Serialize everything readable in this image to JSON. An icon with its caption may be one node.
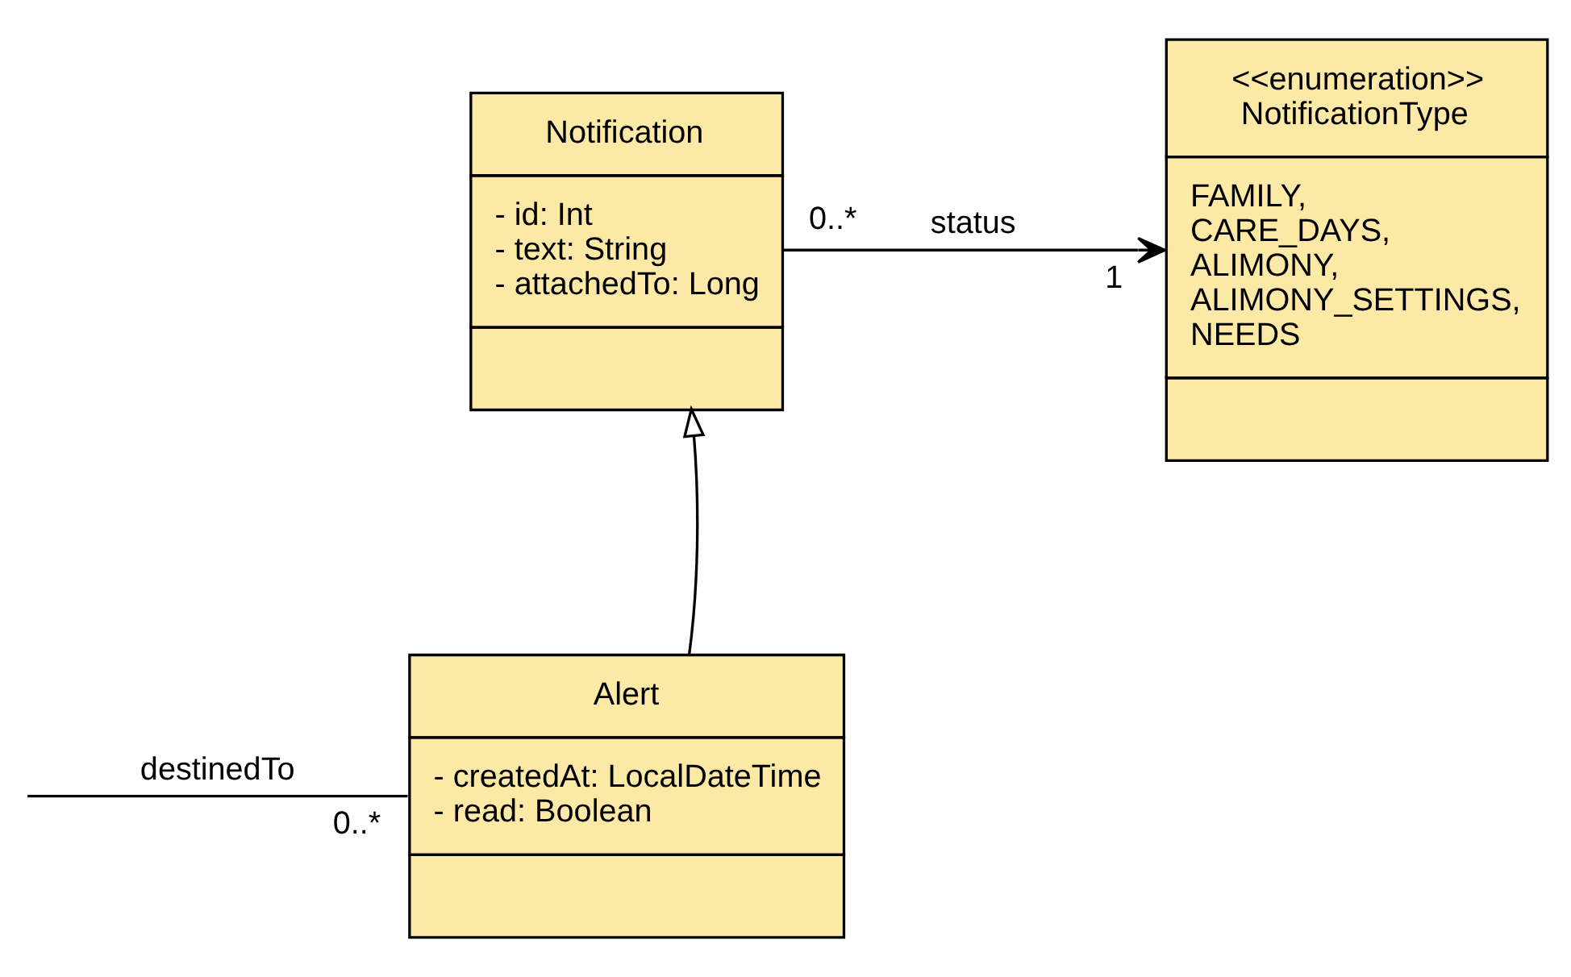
{
  "diagram": {
    "nodes": [
      {
        "text": [
          "Notification",
          "- id: Int",
          "- text: String",
          "- attachedTo: Long"
        ]
      },
      {
        "text": [
          "<<enumeration>>",
          "NotificationType",
          "FAMILY,",
          "CARE_DAYS,",
          "ALIMONY,",
          "ALIMONY_SETTINGS,",
          "NEEDS"
        ]
      },
      {
        "text": [
          "Alert",
          "- createdAt: LocalDateTime",
          "- read: Boolean"
        ]
      }
    ],
    "edges": [
      {
        "from": 0,
        "to": 1,
        "arrow": "to",
        "label": "status"
      },
      {
        "from": 2,
        "to": 0,
        "arrow": "to"
      },
      {
        "from": null,
        "to": 2,
        "arrow": "none",
        "label": "destinedTo"
      }
    ],
    "labels": [
      "0..*",
      "1",
      "0..*"
    ]
  }
}
